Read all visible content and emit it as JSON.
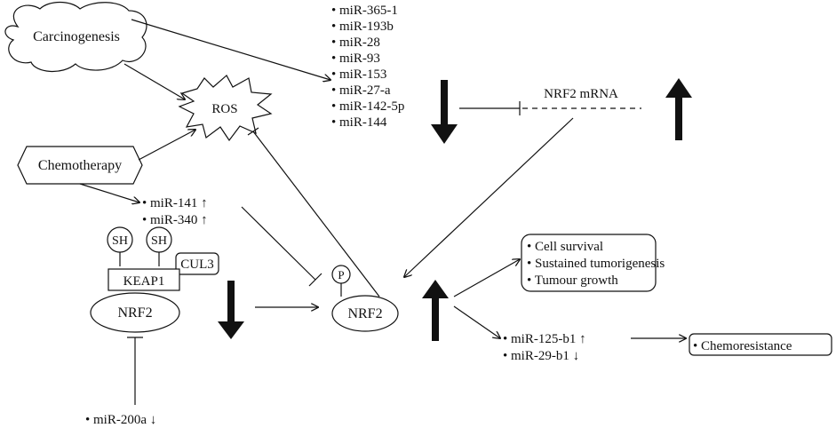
{
  "nodes": {
    "carcinogenesis": "Carcinogenesis",
    "ros": "ROS",
    "chemotherapy": "Chemotherapy",
    "nrf2_mrna": "NRF2 mRNA",
    "sh": "SH",
    "cul3": "CUL3",
    "keap1": "KEAP1",
    "nrf2": "NRF2",
    "phospho": "P"
  },
  "mirna_down_list": [
    "• miR-365-1",
    "• miR-193b",
    "• miR-28",
    "• miR-93",
    "• miR-153",
    "• miR-27-a",
    "• miR-142-5p",
    "• miR-144"
  ],
  "chemo_mirnas": [
    "• miR-141 ↑",
    "• miR-340 ↑"
  ],
  "outcomes": [
    "• Cell survival",
    "• Sustained tumorigenesis",
    "• Tumour growth"
  ],
  "downstream_mirnas": [
    "• miR-125-b1 ↑",
    "• miR-29-b1 ↓"
  ],
  "chemoresistance": "• Chemoresistance",
  "mir200a": "• miR-200a ↓"
}
